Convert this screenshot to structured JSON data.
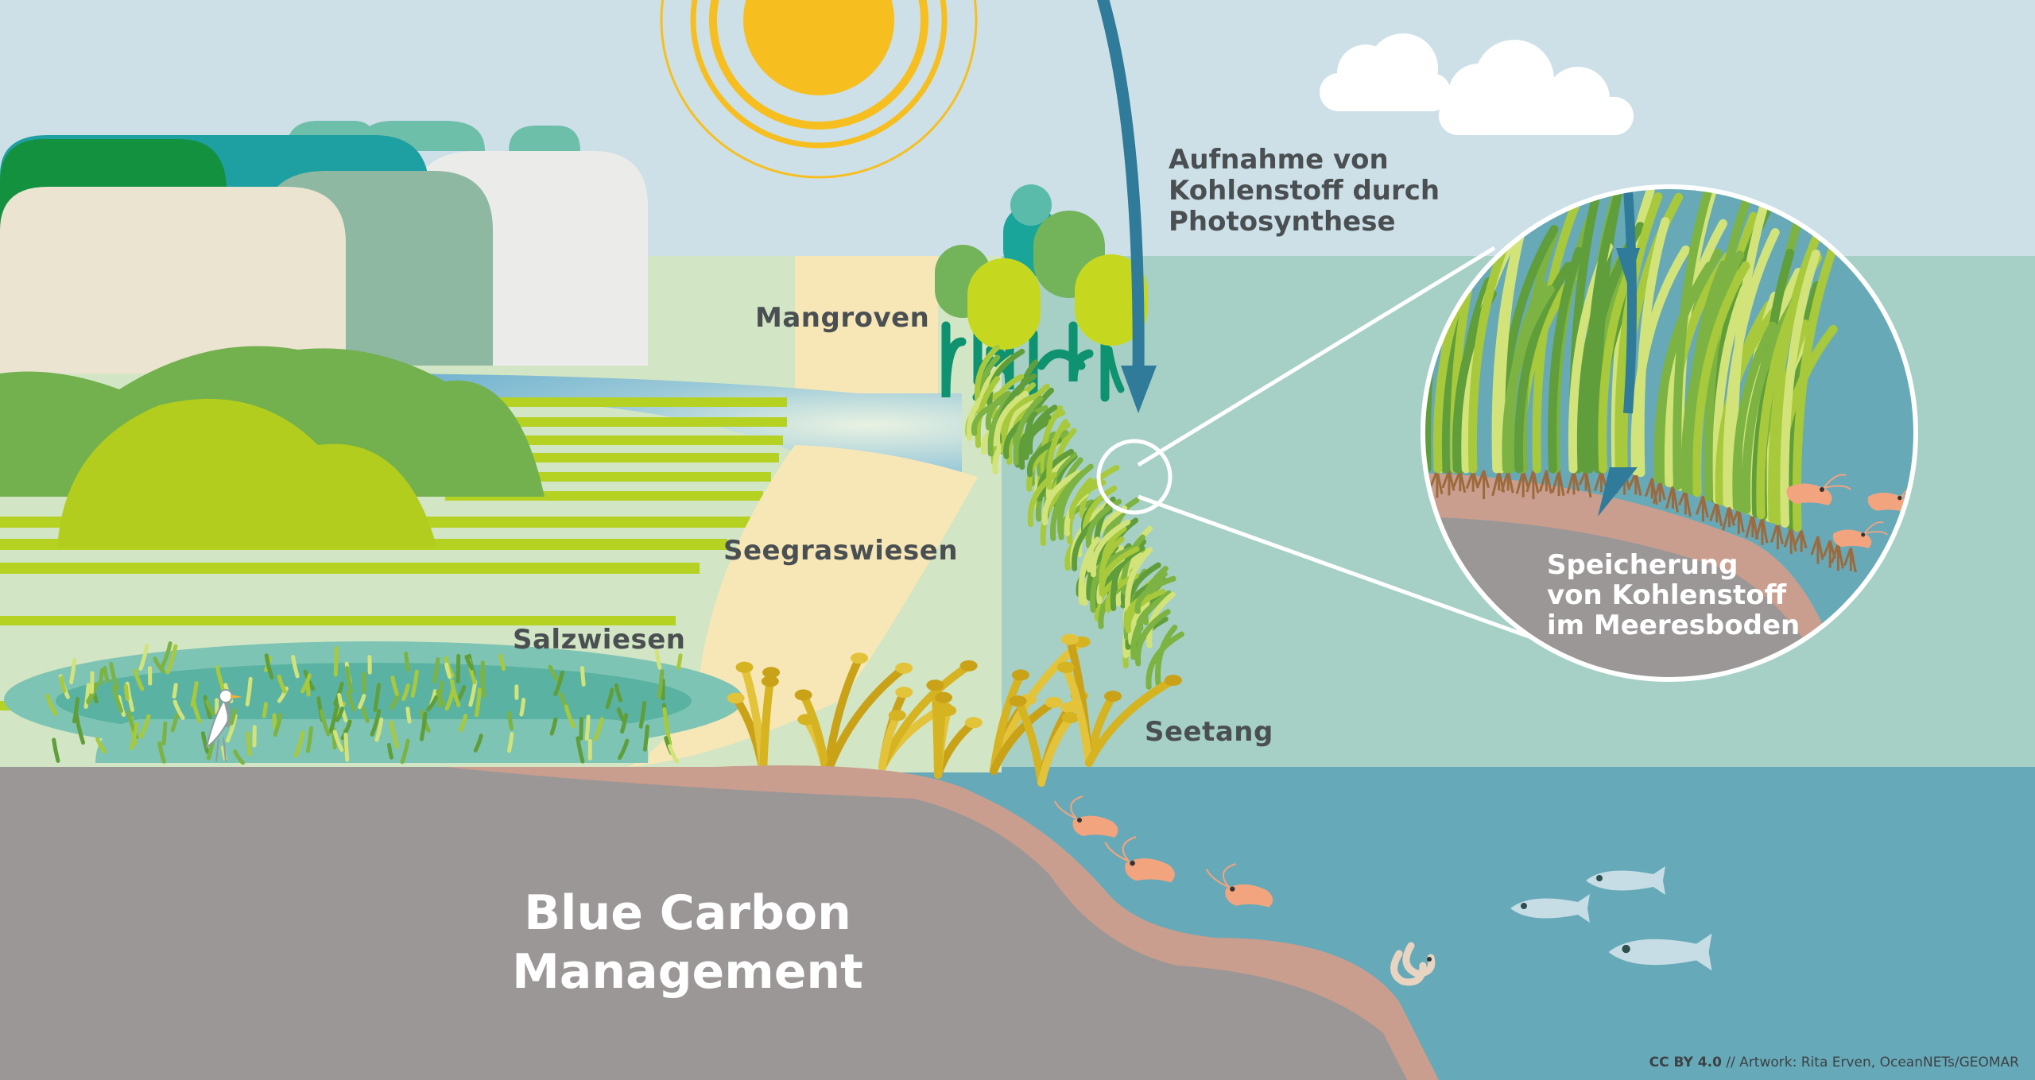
{
  "labels": {
    "mangroven": "Mangroven",
    "seegraswiesen": "Seegraswiesen",
    "salzwiesen": "Salzwiesen",
    "seetang": "Seetang"
  },
  "photosynthesis_lines": [
    "Aufnahme von",
    "Kohlenstoff durch",
    "Photosynthese"
  ],
  "storage_lines": [
    "Speicherung",
    "von Kohlenstoff",
    "im Meeresboden"
  ],
  "title_lines": [
    "Blue Carbon",
    "Management"
  ],
  "credit": {
    "license": "CC BY 4.0",
    "text": "// Artwork: Rita Erven, OceanNETs/GEOMAR"
  },
  "colors": {
    "sky": "#cde0e8",
    "ocean": "#66a9b8",
    "shallow_water": "#a6d0c6",
    "seabed": "#9b9797",
    "sediment": "#c99e8e",
    "sand": "#f7e7b7",
    "sun": "#f6bf1f",
    "arrow": "#2f7b99",
    "seagrass": "#7cb342",
    "kelp": "#d6b321"
  }
}
